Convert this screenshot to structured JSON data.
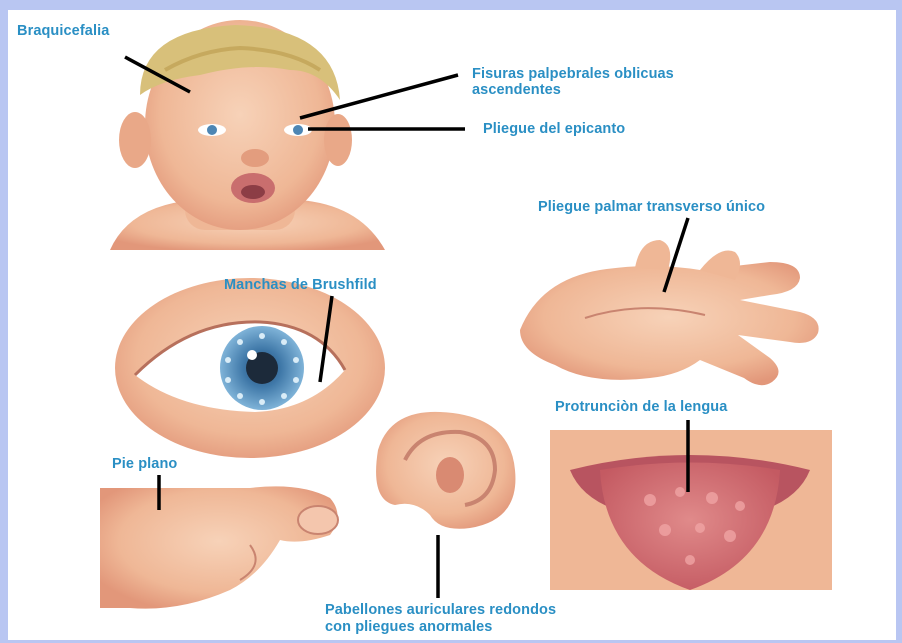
{
  "colors": {
    "background": "#b9c6f2",
    "label": "#2a8fc4",
    "skin": "#f2bfa0",
    "skin_shadow": "#e39d7e",
    "hair": "#d8c07a",
    "iris": "#4d86b4"
  },
  "labels": {
    "braquicefalia": "Braquicefalia",
    "fisuras_line1": "Fisuras palpebrales oblicuas",
    "fisuras_line2": "ascendentes",
    "epicanto": "Pliegue del epicanto",
    "palmar": "Pliegue palmar transverso único",
    "brushfild": "Manchas de Brushfild",
    "lengua": "Protrunciòn de  la lengua",
    "pie": "Pie plano",
    "pabellones_line1": "Pabellones auriculares redondos",
    "pabellones_line2": "con pliegues anormales"
  }
}
